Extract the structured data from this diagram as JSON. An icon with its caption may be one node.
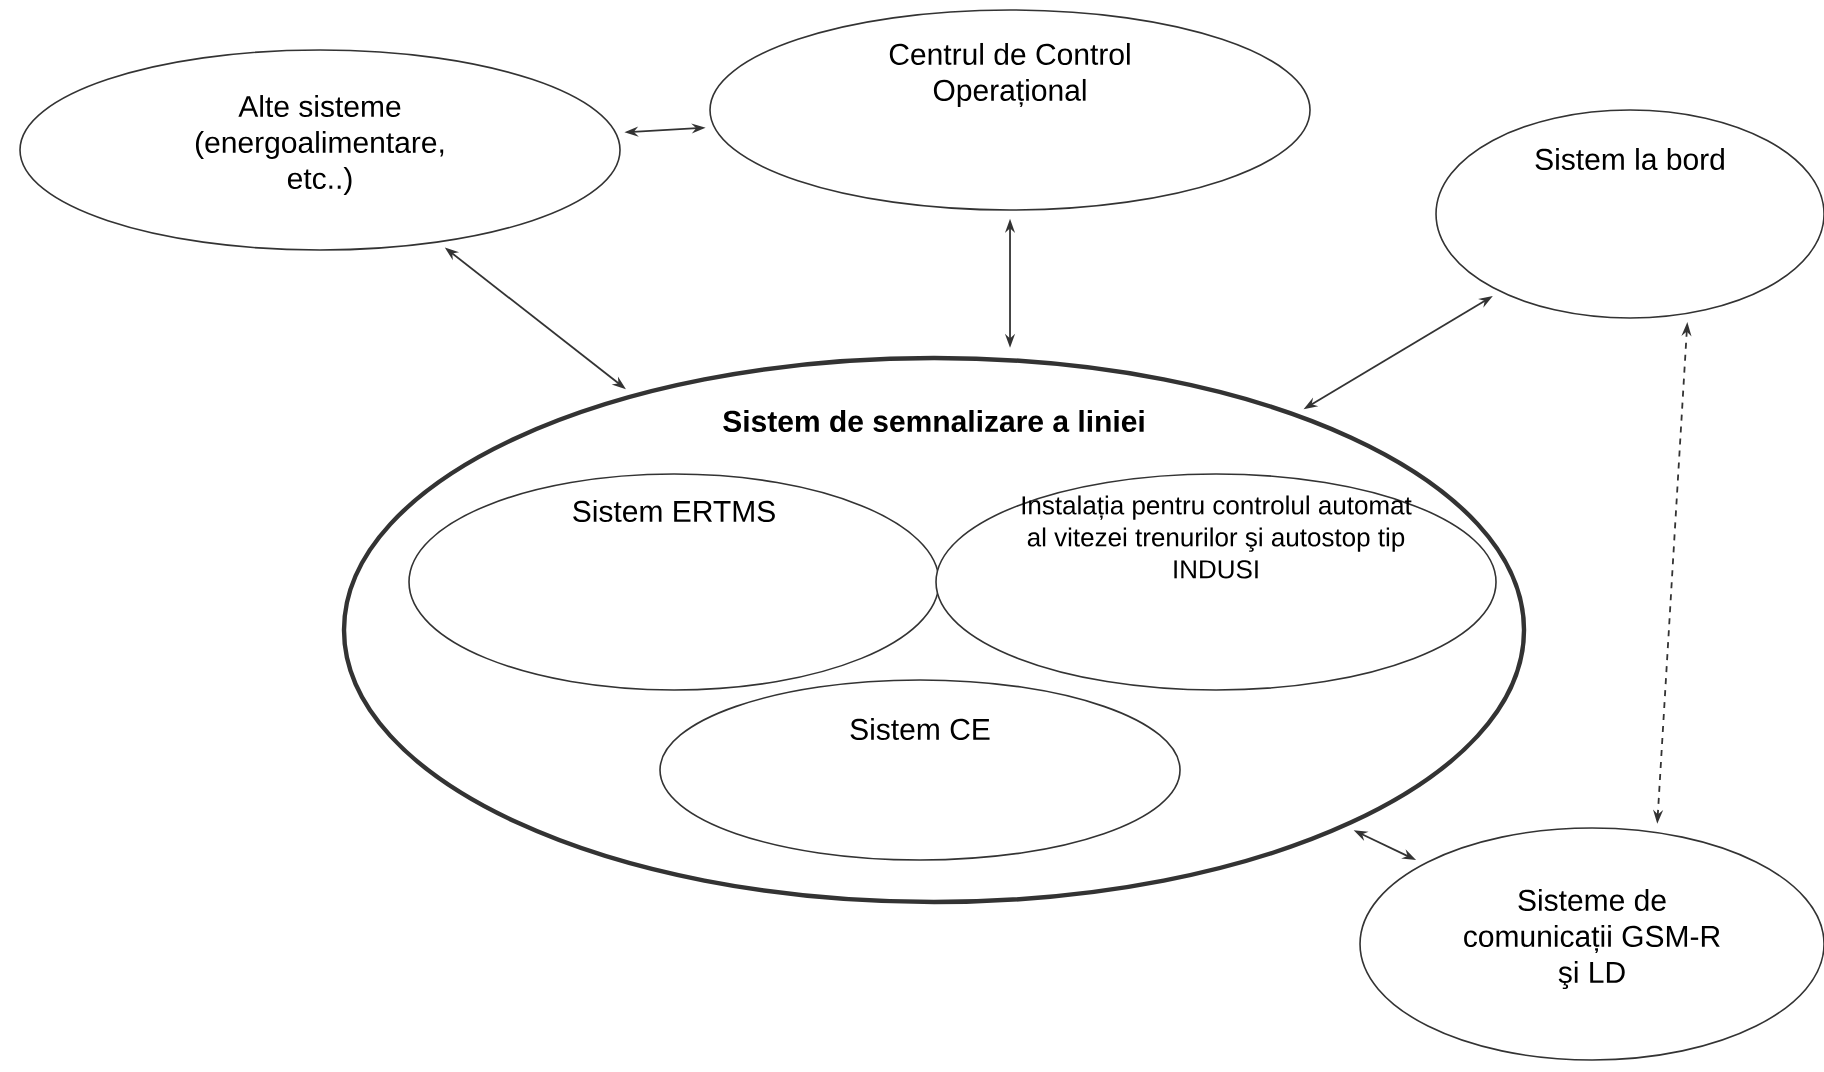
{
  "diagram": {
    "nodes": [
      {
        "text": [
          "Alte sisteme (energoalimentare, etc..)"
        ]
      },
      {
        "text": [
          "Centrul de Control Operațional"
        ]
      },
      {
        "text": [
          "Sistem la bord"
        ]
      },
      {
        "text": [
          "Sistem de semnalizare a liniei"
        ]
      },
      {
        "text": [
          "Sistem ERTMS"
        ],
        "in": 3
      },
      {
        "text": [
          "Instalația pentru controlul automat al vitezei trenurilor şi autostop tip INDUSI"
        ],
        "in": 3
      },
      {
        "text": [
          "Sistem CE"
        ],
        "in": 3
      },
      {
        "text": [
          "Sisteme de comunicații GSM-R şi LD"
        ]
      }
    ],
    "edges": [
      {
        "from": 0,
        "to": 1,
        "arrow": "both"
      },
      {
        "from": 0,
        "to": 3,
        "arrow": "both"
      },
      {
        "from": 1,
        "to": 3,
        "arrow": "both"
      },
      {
        "from": 3,
        "to": 2,
        "arrow": "both"
      },
      {
        "from": 3,
        "to": 7,
        "arrow": "both"
      },
      {
        "from": 2,
        "to": 7,
        "arrow": "both",
        "style": "dashed"
      }
    ]
  }
}
